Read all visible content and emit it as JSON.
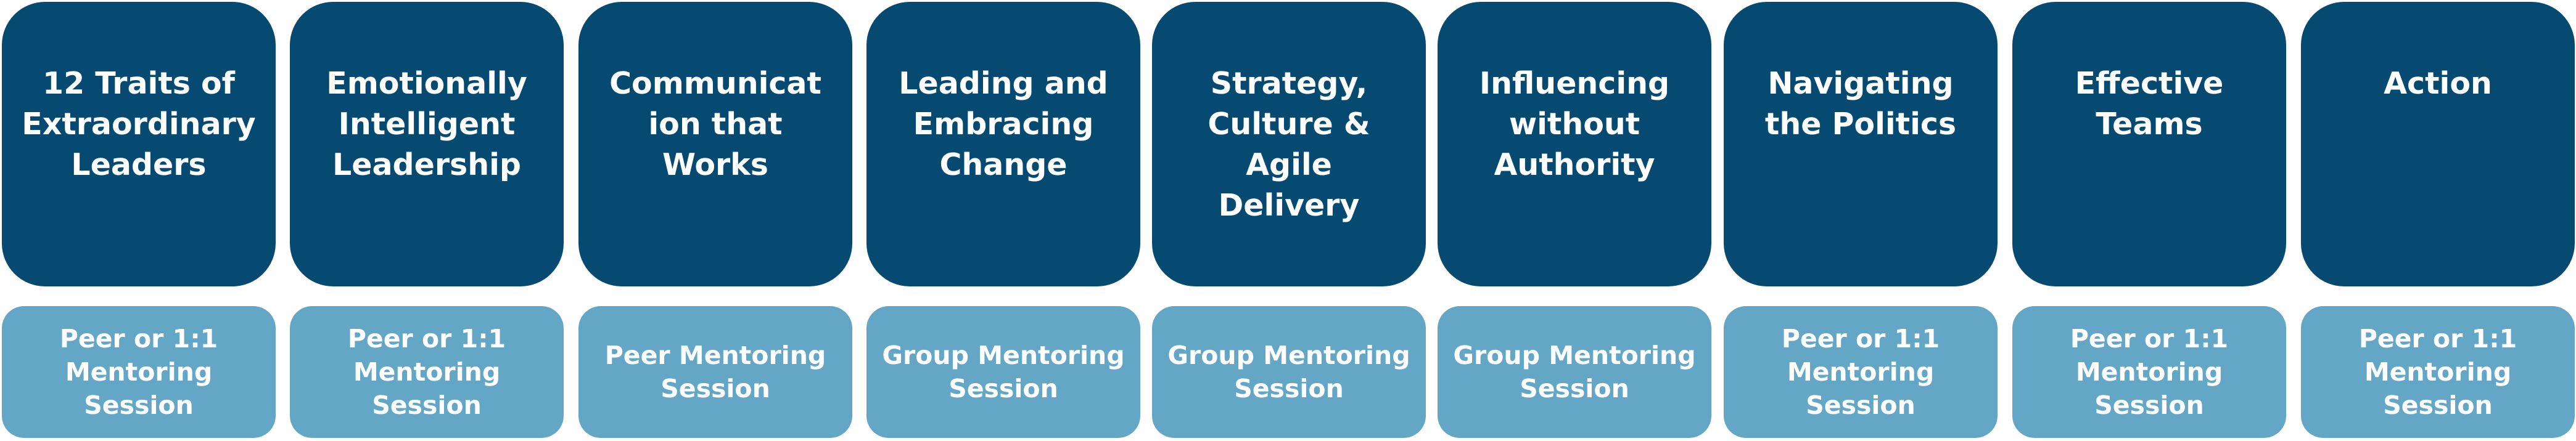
{
  "colors": {
    "topic_box": "#064a72",
    "session_box": "#63a6c5",
    "text": "#ffffff"
  },
  "steps": [
    {
      "topic": "12 Traits of\nExtraordinary\nLeaders",
      "session": "Peer or 1:1\nMentoring\nSession"
    },
    {
      "topic": "Emotionally\nIntelligent\nLeadership",
      "session": "Peer or 1:1\nMentoring\nSession"
    },
    {
      "topic": "Communicat\nion that\nWorks",
      "session": "Peer Mentoring\nSession"
    },
    {
      "topic": "Leading and\nEmbracing\nChange",
      "session": "Group Mentoring\nSession"
    },
    {
      "topic": "Strategy,\nCulture &\nAgile\nDelivery",
      "session": "Group Mentoring\nSession"
    },
    {
      "topic": "Influencing\nwithout\nAuthority",
      "session": "Group Mentoring\nSession"
    },
    {
      "topic": "Navigating\nthe Politics",
      "session": "Peer or 1:1\nMentoring\nSession"
    },
    {
      "topic": "Effective\nTeams",
      "session": "Peer or 1:1\nMentoring\nSession"
    },
    {
      "topic": "Action",
      "session": "Peer or 1:1\nMentoring\nSession"
    }
  ]
}
